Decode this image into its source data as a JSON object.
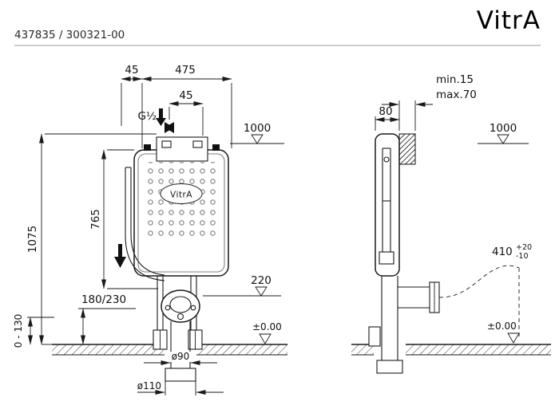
{
  "header": {
    "product_code": "437835 / 300321-00",
    "brand": "VitrA"
  },
  "front_view": {
    "dim_top_left": "45",
    "dim_top_width": "475",
    "dim_inlet_offset": "45",
    "inlet_thread": "G½",
    "level_top": "1000",
    "dim_tank_height": "765",
    "dim_frame_height": "1075",
    "level_flush_pipe": "220",
    "dim_outlet_height": "180/230",
    "dim_foot_adjust": "0 - 130",
    "level_floor": "±0.00",
    "dim_drain_outer": "ø90",
    "dim_drain_sleeve": "ø110",
    "tank_logo": "VitrA"
  },
  "side_view": {
    "dim_wall_min": "min.15",
    "dim_wall_max": "max.70",
    "dim_depth": "80",
    "level_top": "1000",
    "dim_outlet_height": "410",
    "tol_plus": "+20",
    "tol_minus": "-10",
    "level_floor": "±0.00"
  }
}
